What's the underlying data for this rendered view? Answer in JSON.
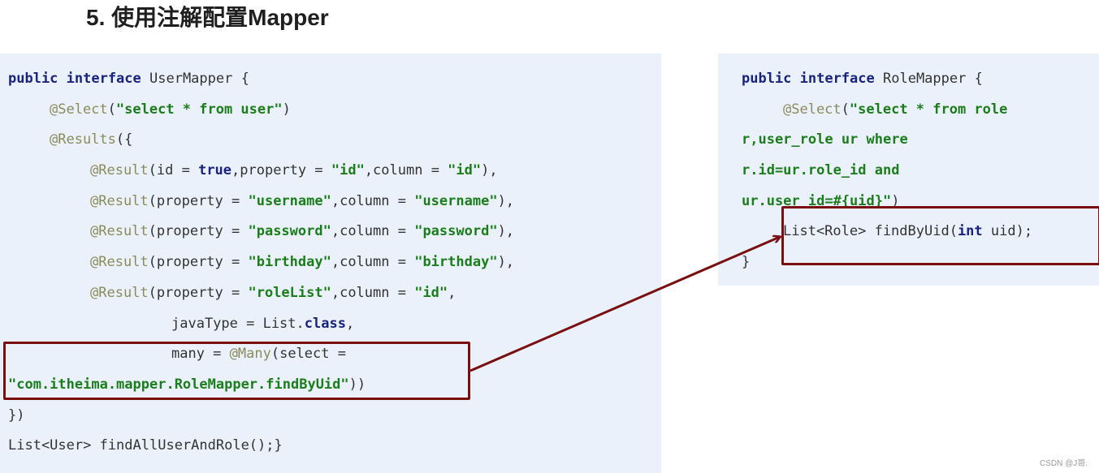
{
  "heading": "5. 使用注解配置Mapper",
  "watermark": "CSDN @J哥.",
  "left_code": {
    "l1_kw": "public interface",
    "l1_rest": " UserMapper {",
    "select_ann": "@Select",
    "select_open": "(",
    "select_str": "\"select * from user\"",
    "select_close": ")",
    "results_ann": "@Results",
    "results_open": "({",
    "result_ann": "@Result",
    "r1_a": "(id = ",
    "r1_true": "true",
    "r1_b": ",property = ",
    "r1_s1": "\"id\"",
    "r1_c": ",column = ",
    "r1_s2": "\"id\"",
    "r1_end": "),",
    "prop_open": "(property = ",
    "col_mid": ",column = ",
    "end_comma": "),",
    "r2_s1": "\"username\"",
    "r2_s2": "\"username\"",
    "r3_s1": "\"password\"",
    "r3_s2": "\"password\"",
    "r4_s1": "\"birthday\"",
    "r4_s2": "\"birthday\"",
    "r5_s1": "\"roleList\"",
    "r5_s2": "\"id\"",
    "r5_end": ",",
    "jt_a": "javaType = List.",
    "jt_kw": "class",
    "jt_end": ",",
    "many_a": "many = ",
    "many_ann": "@Many",
    "many_b": "(select =",
    "many_str": "\"com.itheima.mapper.RoleMapper.findByUid\"",
    "many_end": "))",
    "close_results": "})",
    "method": "List<User> findAllUserAndRole();}"
  },
  "right_code": {
    "l1_kw": "public interface",
    "l1_rest": " RoleMapper {",
    "select_ann": "@Select",
    "select_open": "(",
    "s1": "\"select * from role",
    "s2": "r,user_role ur where",
    "s3": "r.id=ur.role_id and",
    "s4": "ur.user_id=#{uid}\"",
    "s4_end": ")",
    "m_a": "List<Role> findByUid(",
    "m_kw": "int",
    "m_b": " uid);",
    "close": "}"
  },
  "colors": {
    "panel_bg": "#eaf1fb",
    "keyword": "#1a237e",
    "string": "#1b7d1b",
    "annotation": "#8b8b5a",
    "highlight_border": "#7a0f12"
  }
}
